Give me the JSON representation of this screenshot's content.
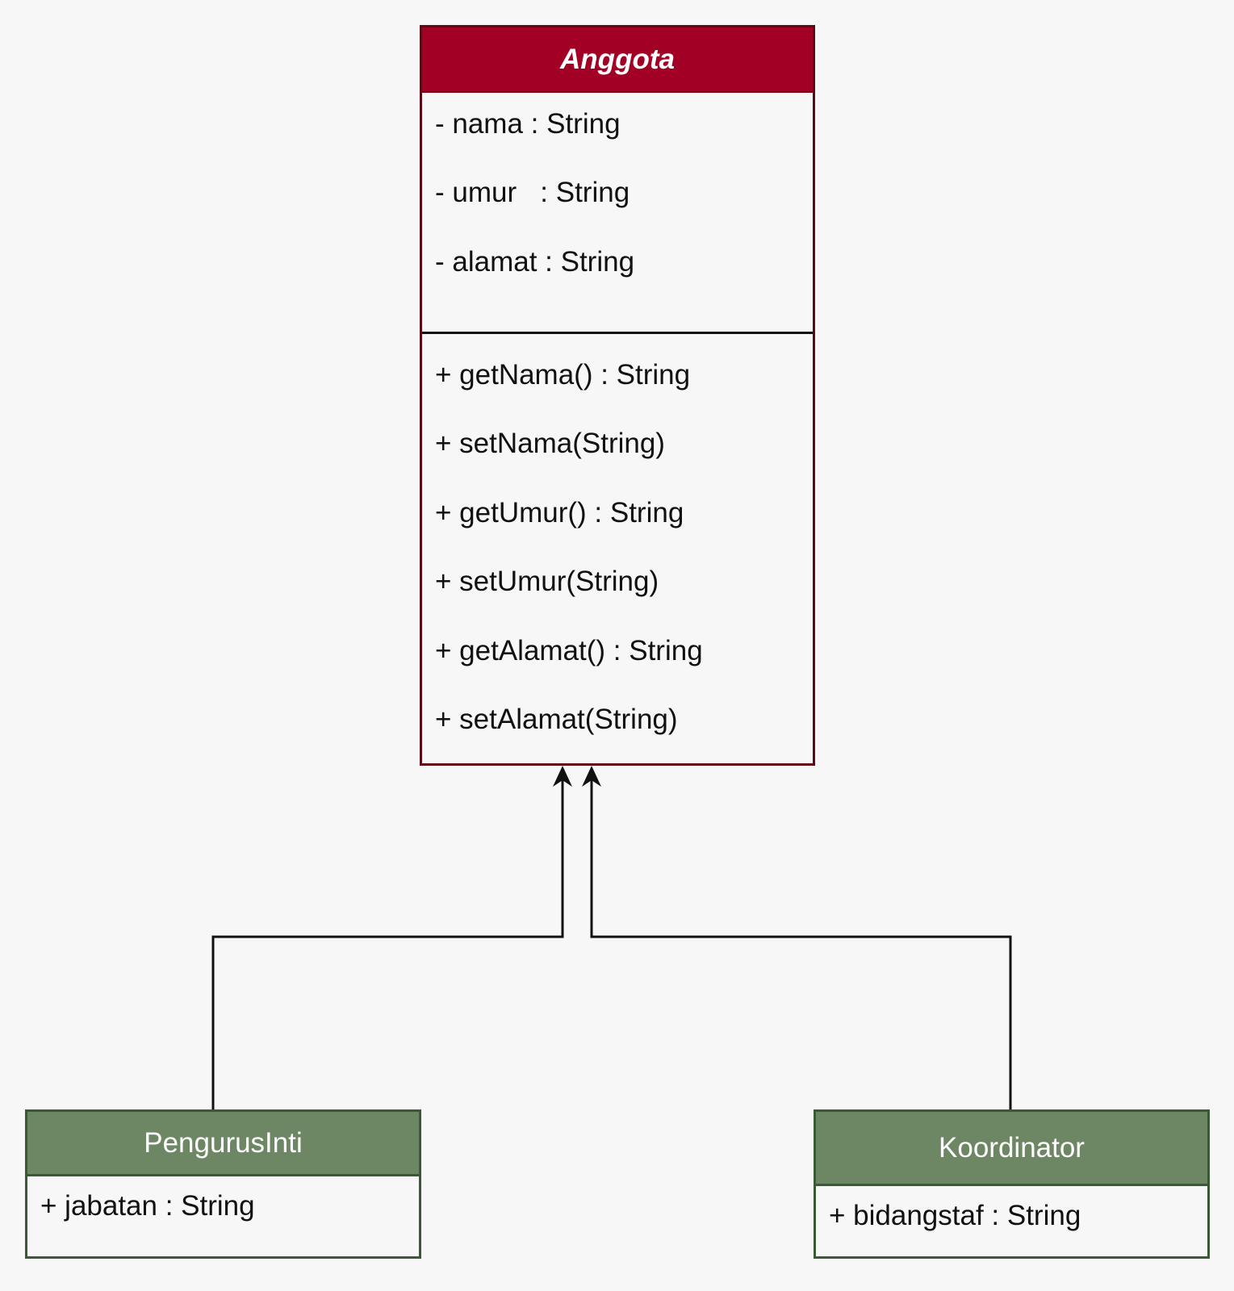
{
  "diagram": {
    "anggota": {
      "name": "Anggota",
      "attributes": [
        "- nama : String",
        "- umur   : String",
        "- alamat : String"
      ],
      "methods": [
        "+ getNama() : String",
        "+ setNama(String)",
        "+ getUmur() : String",
        "+ setUmur(String)",
        "+ getAlamat() : String",
        "+ setAlamat(String)"
      ],
      "header_color": "#a20025",
      "border_color": "#5c0a14"
    },
    "pengurus_inti": {
      "name": "PengurusInti",
      "attributes": [
        "+ jabatan : String"
      ],
      "header_color": "#6d8764"
    },
    "koordinator": {
      "name": "Koordinator",
      "attributes": [
        "+ bidangstaf : String"
      ],
      "header_color": "#6d8764"
    },
    "relations": [
      {
        "from": "PengurusInti",
        "to": "Anggota",
        "type": "inheritance"
      },
      {
        "from": "Koordinator",
        "to": "Anggota",
        "type": "inheritance"
      }
    ]
  }
}
